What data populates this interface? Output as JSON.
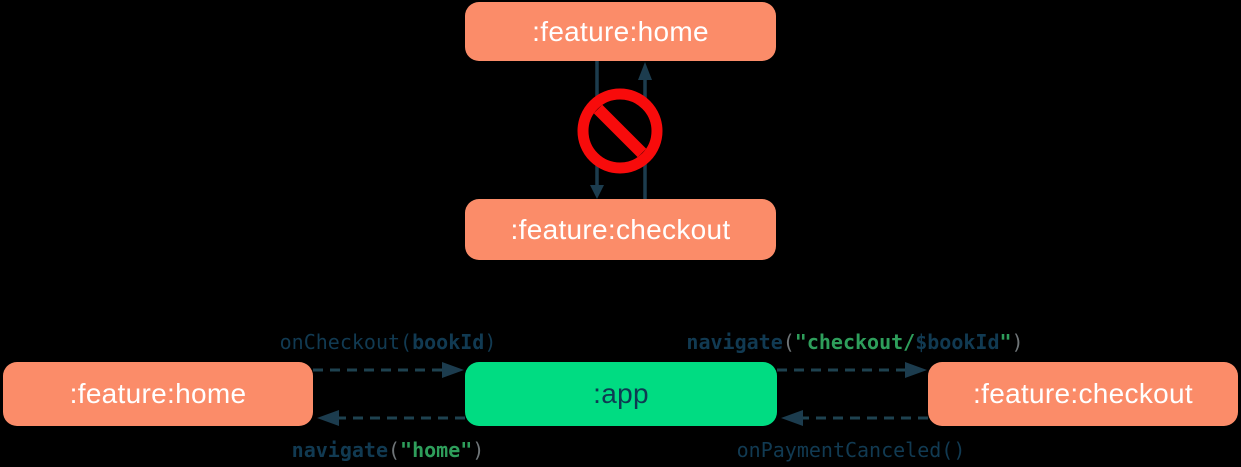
{
  "palette": {
    "background": "#000000",
    "feature_module_fill": "#FB8C69",
    "feature_module_text": "#FFFFFF",
    "app_module_fill": "#00DC82",
    "app_module_text": "#0E3A52",
    "arrow_color": "#1C3C4E",
    "code_navy": "#113A52",
    "code_green": "#2E9E5B",
    "code_gray": "#6F7578",
    "no_entry_red": "#F80B0B"
  },
  "icons": {
    "no_entry": "no-entry-icon"
  },
  "top_diagram": {
    "home": ":feature:home",
    "checkout": ":feature:checkout"
  },
  "bottom_diagram": {
    "home": ":feature:home",
    "app": ":app",
    "checkout": ":feature:checkout"
  },
  "calls": {
    "on_checkout": [
      "onCheckout(",
      "bookId",
      ")"
    ],
    "navigate_home": [
      "navigate",
      "(",
      "\"home\"",
      ")"
    ],
    "navigate_checkout": [
      "navigate",
      "(",
      "\"checkout/",
      "$bookId",
      "\"",
      ")"
    ],
    "on_payment_canceled": [
      "onPaymentCanceled()"
    ]
  }
}
